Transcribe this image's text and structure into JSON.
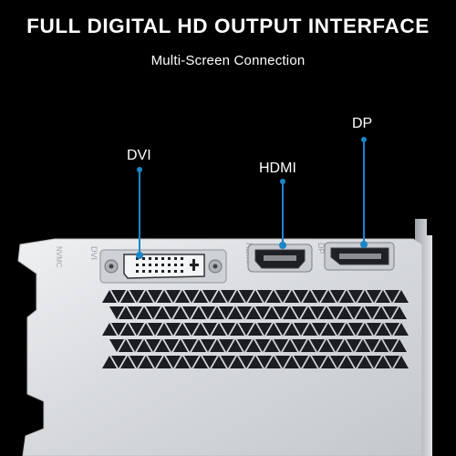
{
  "headline": "FULL DIGITAL HD OUTPUT INTERFACE",
  "subheadline": "Multi-Screen Connection",
  "ports": [
    {
      "label": "DVI"
    },
    {
      "label": "HDMI"
    },
    {
      "label": "DP"
    }
  ],
  "colors": {
    "background": "#000000",
    "bracket": "#d9dcdf",
    "callout": "#1b86c8",
    "text": "#ffffff"
  }
}
